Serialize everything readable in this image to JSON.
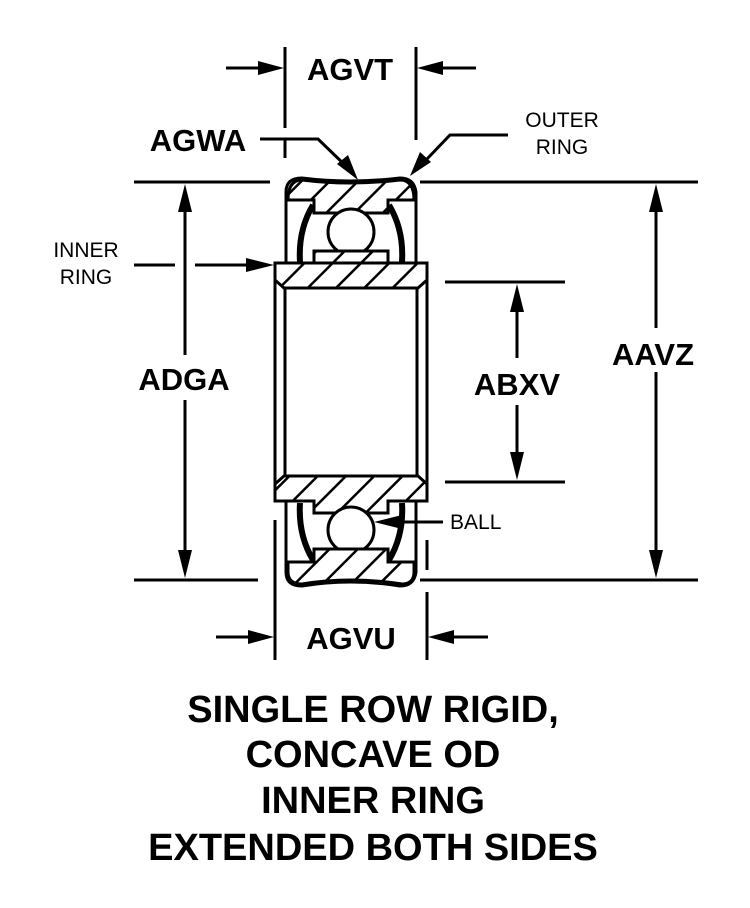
{
  "drawing": {
    "title_lines": [
      "SINGLE ROW RIGID,",
      "CONCAVE OD",
      "INNER RING",
      "EXTENDED BOTH SIDES"
    ],
    "dimensions": {
      "agvt": "AGVT",
      "agwa": "AGWA",
      "adga": "ADGA",
      "abxv": "ABXV",
      "aavz": "AAVZ",
      "agvu": "AGVU"
    },
    "callouts": {
      "outer_ring": [
        "OUTER",
        "RING"
      ],
      "inner_ring": [
        "INNER",
        "RING"
      ],
      "ball": "BALL"
    },
    "colors": {
      "ink": "#000000",
      "paper": "#ffffff"
    }
  }
}
